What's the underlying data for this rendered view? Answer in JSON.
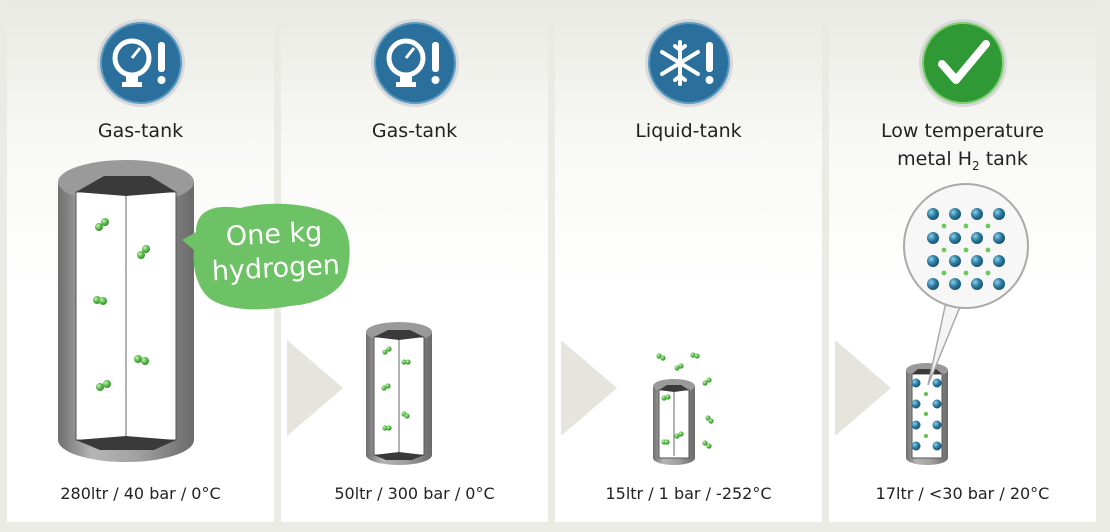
{
  "panels": [
    {
      "title": "Gas-tank",
      "spec": "280ltr / 40 bar / 0°C",
      "icon": "pressure-gauge-warning-icon"
    },
    {
      "title": "Gas-tank",
      "spec": "50ltr / 300 bar / 0°C",
      "icon": "pressure-gauge-warning-icon"
    },
    {
      "title": "Liquid-tank",
      "spec": "15ltr / 1 bar / -252°C",
      "icon": "snowflake-warning-icon"
    },
    {
      "title_line1": "Low temperature",
      "title_line2_pre": "metal H",
      "title_line2_sub": "2",
      "title_line2_post": " tank",
      "spec": "17ltr / <30 bar / 20°C",
      "icon": "checkmark-icon"
    }
  ],
  "bubble": {
    "line1": "One kg",
    "line2": "hydrogen"
  },
  "colors": {
    "icon_blue": "#2b6f9c",
    "icon_green": "#3aa53a",
    "bubble_green": "#6dc265",
    "tank_gray": "#8a8a8a",
    "molecule_green": "#5fbf4f",
    "metal_blue": "#2f7fa3"
  }
}
